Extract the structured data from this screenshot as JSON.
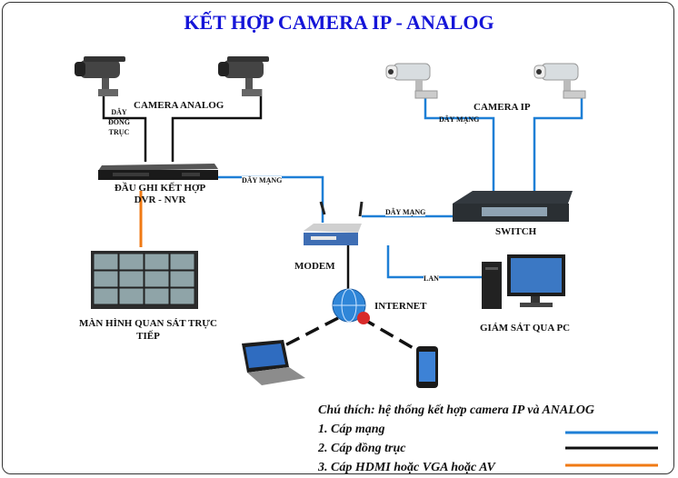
{
  "title": "KẾT HỢP CAMERA IP - ANALOG",
  "labels": {
    "camera_analog": "CAMERA ANALOG",
    "day_dong_truc_1": "DÂY",
    "day_dong_truc_2": "ĐỒNG",
    "day_dong_truc_3": "TRỤC",
    "dvr_1": "ĐẦU GHI KẾT HỢP",
    "dvr_2": "DVR - NVR",
    "day_mang_dvr": "DÂY MẠNG",
    "camera_ip": "CAMERA IP",
    "day_mang_cam": "DÂY MẠNG",
    "day_mang_switch": "DÂY MẠNG",
    "switch": "SWITCH",
    "modem": "MODEM",
    "lan": "LAN",
    "internet": "INTERNET",
    "monitor_1": "MÀN HÌNH QUAN SÁT TRỰC",
    "monitor_2": "TIẾP",
    "pc": "GIÁM SÁT QUA PC"
  },
  "legend": {
    "title": "Chú thích: hệ thống kết hợp camera IP và ANALOG",
    "items": [
      {
        "label": "1. Cáp mạng",
        "color": "#1e7fd6"
      },
      {
        "label": "2. Cáp đồng trục",
        "color": "#111111"
      },
      {
        "label": "3. Cáp HDMI hoặc VGA hoặc AV",
        "color": "#f07a14"
      }
    ]
  },
  "colors": {
    "network": "#1e7fd6",
    "coax": "#111111",
    "hdmi": "#f07a14",
    "title": "#1515d8"
  }
}
